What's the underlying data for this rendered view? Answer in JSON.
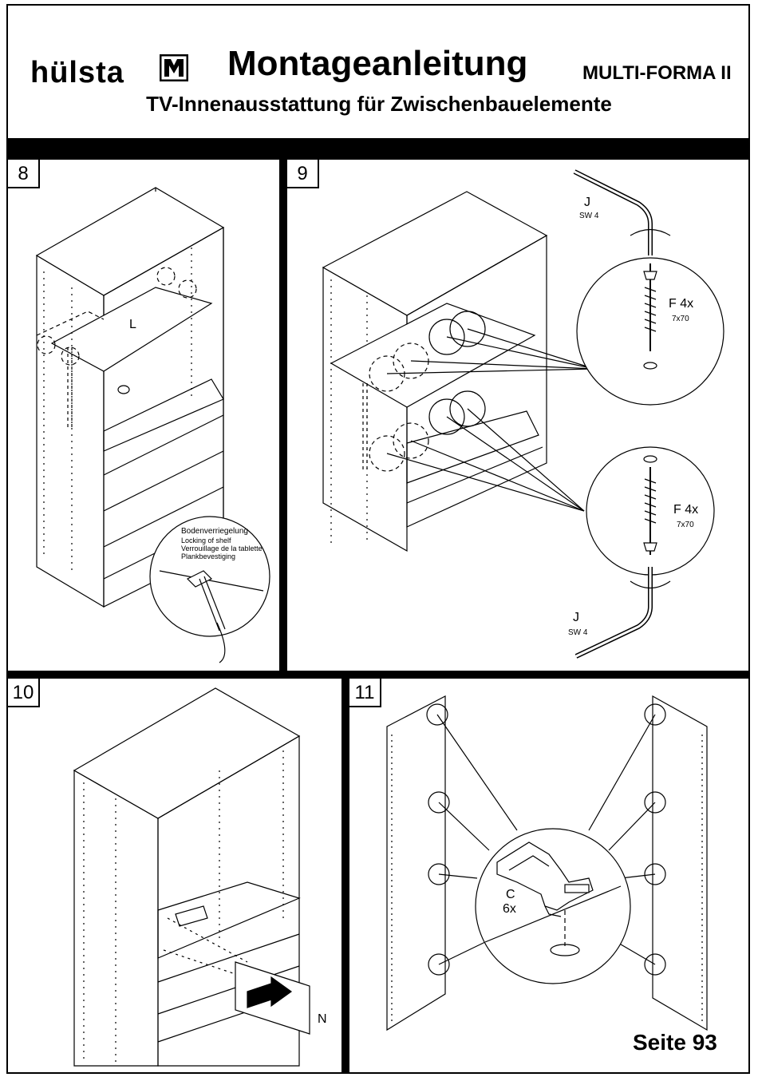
{
  "header": {
    "brand": "hülsta",
    "title": "Montageanleitung",
    "model": "MULTI-FORMA II",
    "subtitle": "TV-Innenausstattung für Zwischenbauelemente"
  },
  "steps": [
    {
      "number": "8",
      "part_label": "L",
      "callout": {
        "line1": "Bodenverriegelung",
        "line2": "Locking of shelf",
        "line3": "Verrouillage de la tablette",
        "line4": "Plankbevestiging"
      }
    },
    {
      "number": "9",
      "tool_top": {
        "letter": "J",
        "size": "SW 4"
      },
      "screw_top": {
        "qty": "F 4x",
        "size": "7x70"
      },
      "screw_bottom": {
        "qty": "F 4x",
        "size": "7x70"
      },
      "tool_bottom": {
        "letter": "J",
        "size": "SW 4"
      }
    },
    {
      "number": "10",
      "part_label": "N"
    },
    {
      "number": "11",
      "hinge": {
        "letter": "C",
        "qty": "6x"
      }
    }
  ],
  "footer": {
    "page": "Seite 93"
  }
}
